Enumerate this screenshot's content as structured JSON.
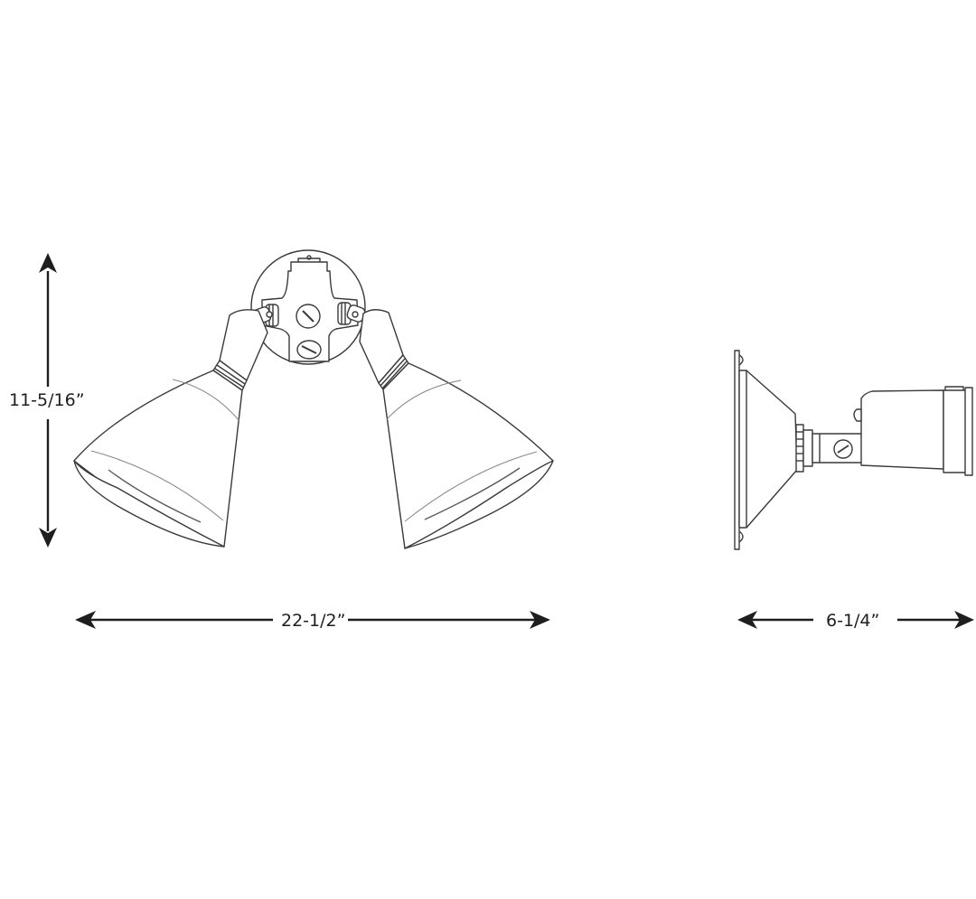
{
  "diagram": {
    "type": "product dimension line drawing",
    "subject": "twin-head outdoor flood light fixture",
    "views": [
      {
        "name": "front view",
        "parts": [
          "round wall plate",
          "junction box cover with two screws",
          "left swivel knuckle",
          "right swivel knuckle",
          "left bell-shaped lamp head",
          "right bell-shaped lamp head"
        ]
      },
      {
        "name": "side view",
        "parts": [
          "wall plate",
          "conical canopy",
          "threaded nipple",
          "swivel knuckle with screw",
          "lamp socket housing",
          "lamp head rim"
        ]
      }
    ],
    "line_color": "#3a3a3a",
    "arrow_color": "#1e1e1e"
  },
  "dimensions": {
    "height": {
      "label": "11-5/16”",
      "orientation": "vertical"
    },
    "width": {
      "label": "22-1/2”",
      "orientation": "horizontal"
    },
    "depth": {
      "label": "6-1/4”",
      "orientation": "horizontal"
    }
  }
}
